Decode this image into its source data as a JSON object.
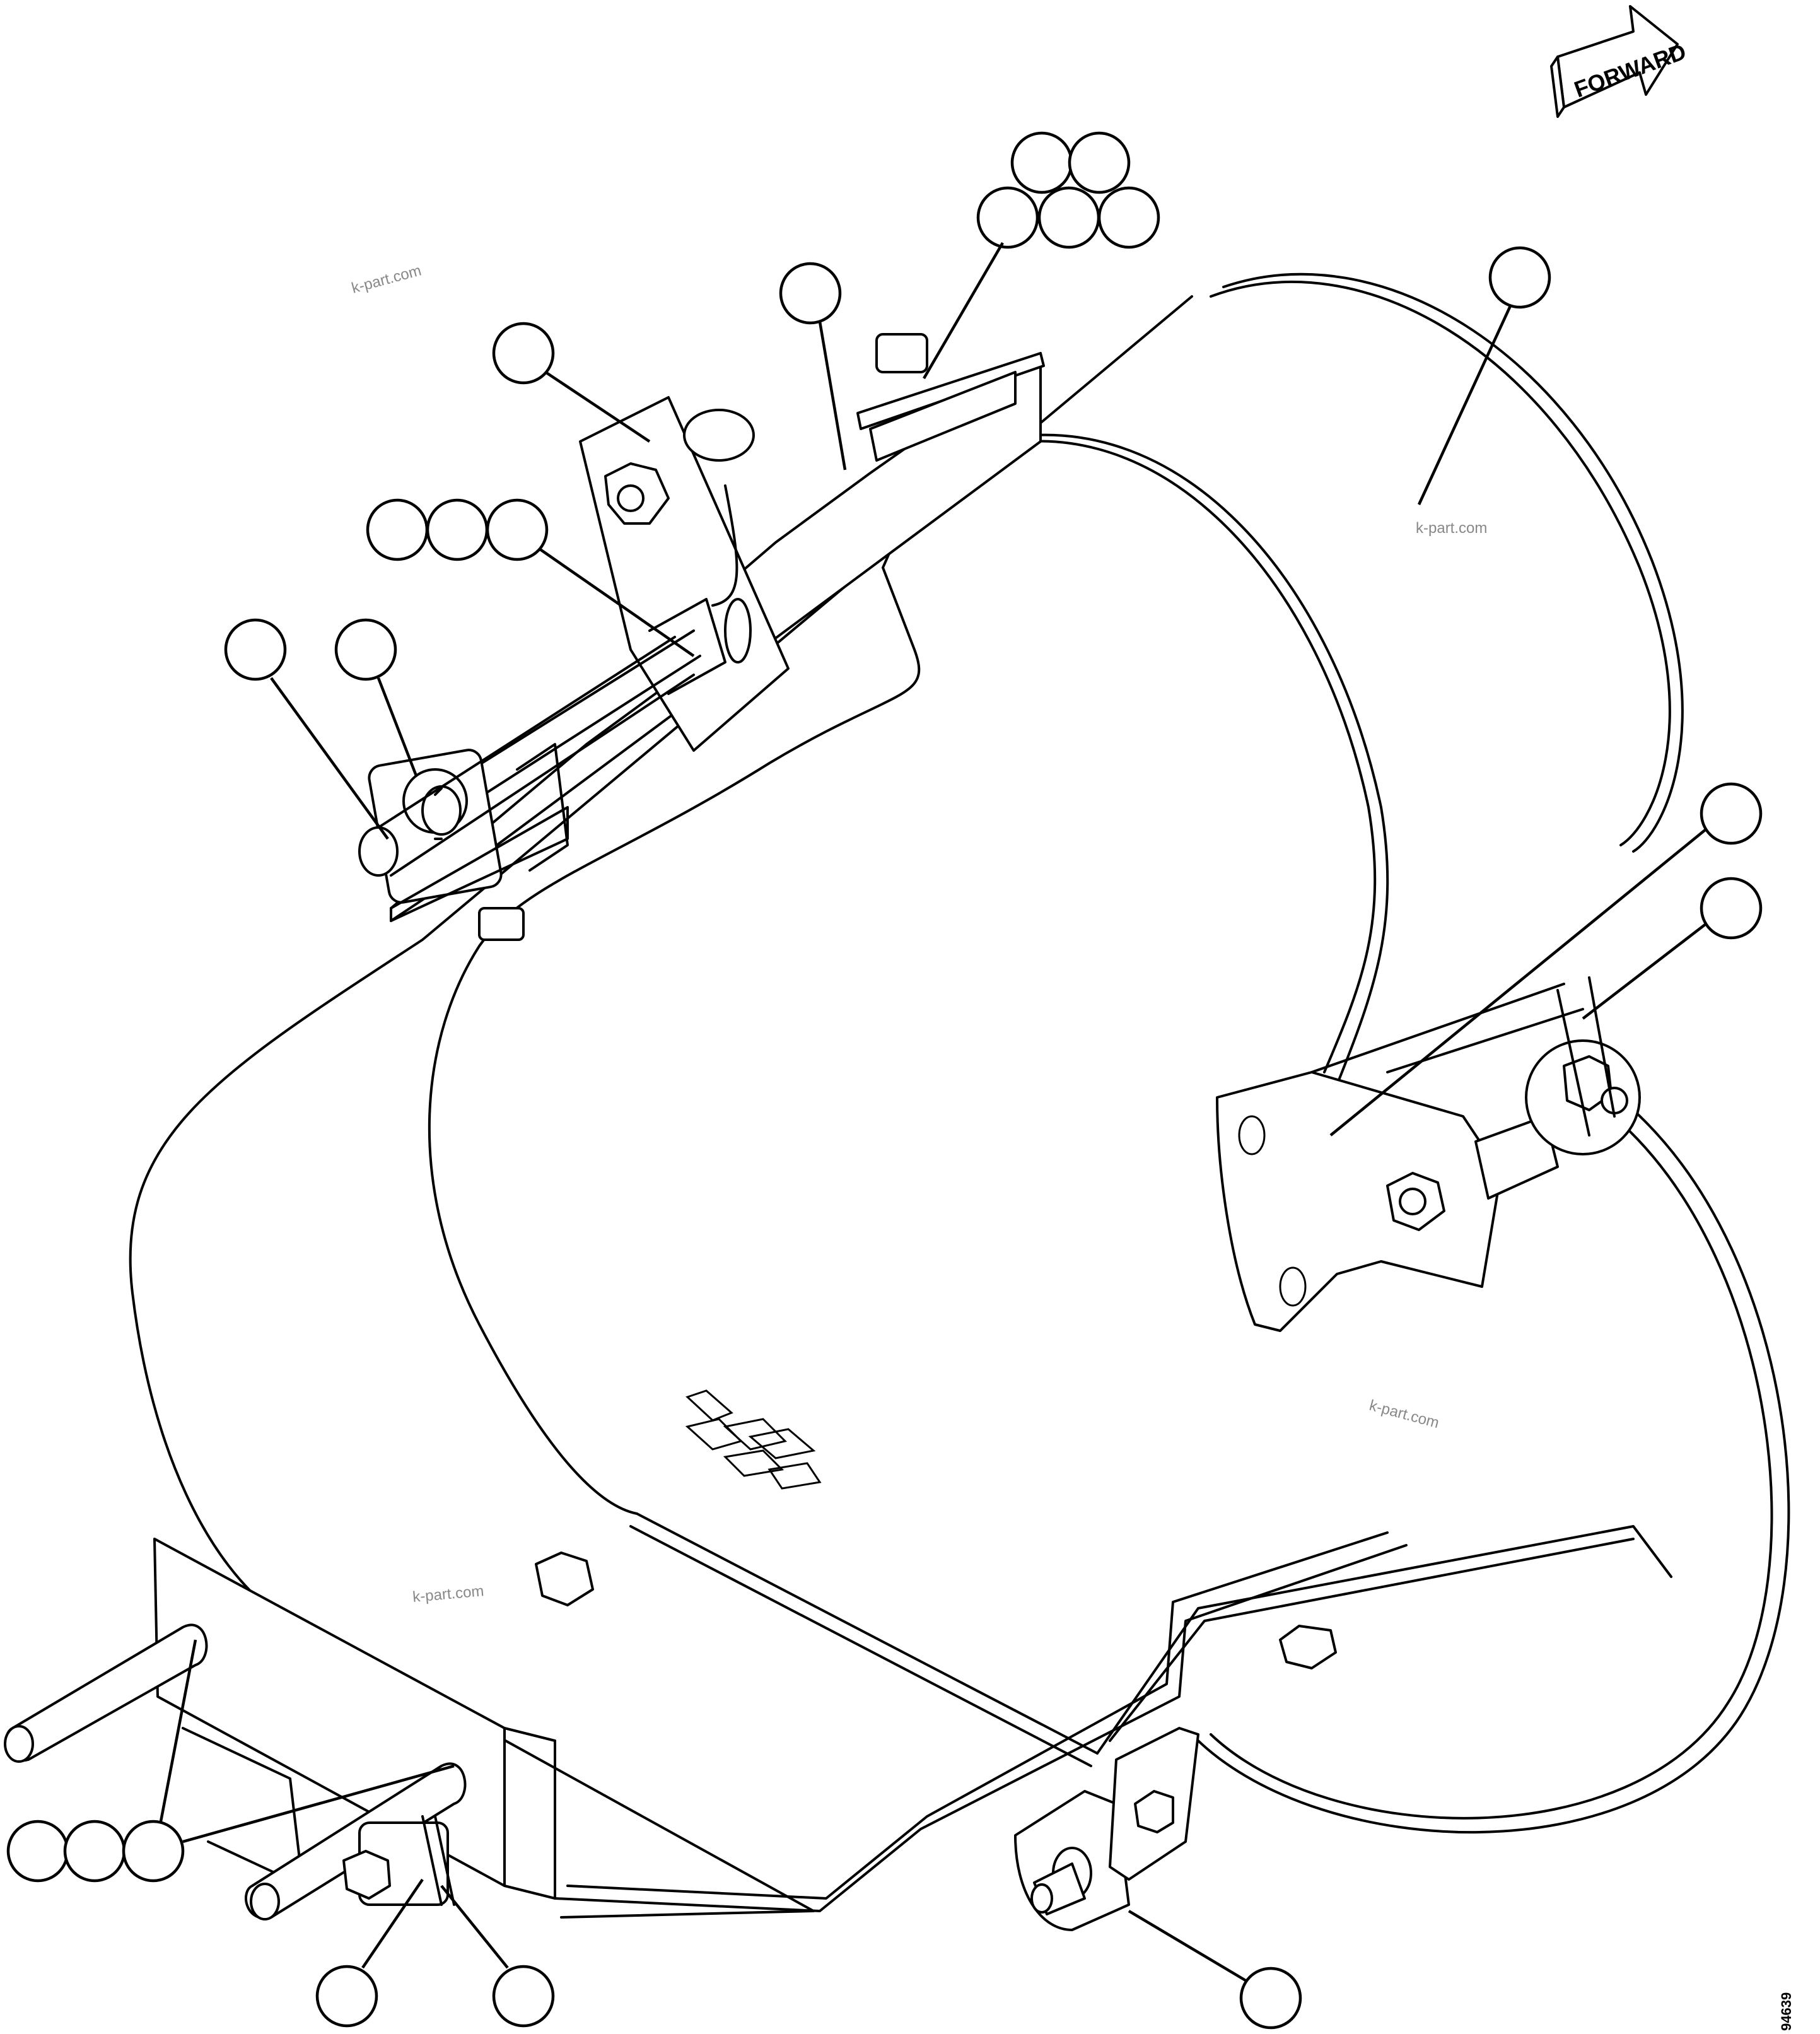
{
  "direction_arrow": {
    "label": "FORWARD"
  },
  "watermarks": [
    "k-part.com",
    "k-part.com",
    "k-part.com",
    "k-part.com"
  ],
  "drawing_code": "94639",
  "colors": {
    "line": "#000000",
    "background": "#ffffff",
    "watermark": "#888888"
  },
  "callouts": [
    {
      "id": "c-top-group-1"
    },
    {
      "id": "c-top-group-2"
    },
    {
      "id": "c-top-group-3"
    },
    {
      "id": "c-top-group-4"
    },
    {
      "id": "c-top-group-5"
    }
  ]
}
